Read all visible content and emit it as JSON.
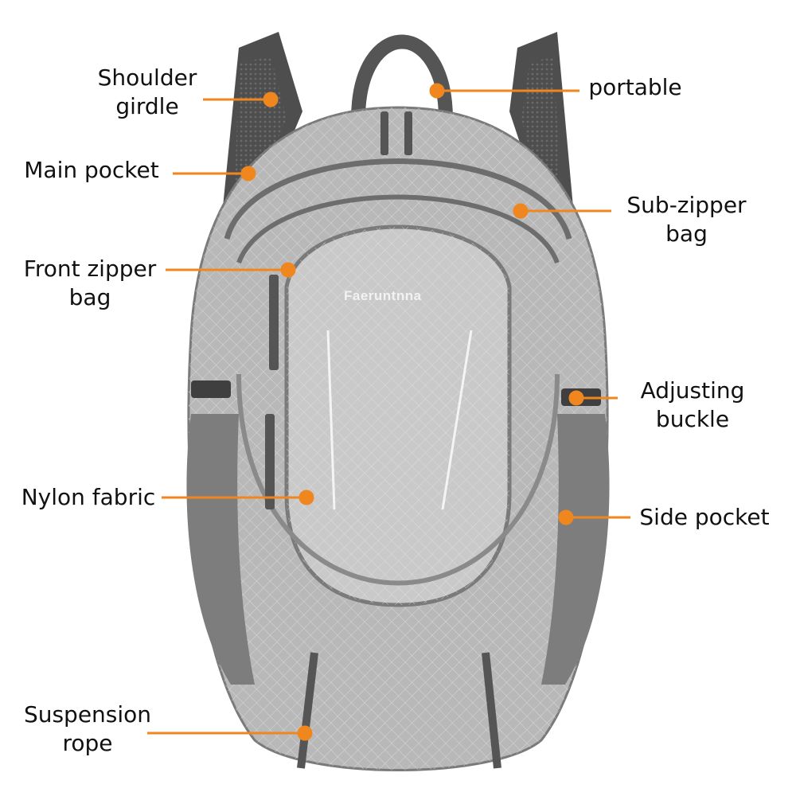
{
  "product": {
    "brand_text": "Faeruntnna",
    "accent_color": "#f0861e",
    "fabric_color": "#bdbdbd",
    "trim_color": "#5a5a5a"
  },
  "callouts": [
    {
      "id": "shoulder-girdle",
      "line1": "Shoulder",
      "line2": "girdle"
    },
    {
      "id": "main-pocket",
      "line1": "Main pocket",
      "line2": ""
    },
    {
      "id": "front-zipper-bag",
      "line1": "Front zipper",
      "line2": "bag"
    },
    {
      "id": "nylon-fabric",
      "line1": "Nylon fabric",
      "line2": ""
    },
    {
      "id": "suspension-rope",
      "line1": "Suspension",
      "line2": "rope"
    },
    {
      "id": "portable",
      "line1": "portable",
      "line2": ""
    },
    {
      "id": "sub-zipper-bag",
      "line1": "Sub-zipper",
      "line2": "bag"
    },
    {
      "id": "adjusting-buckle",
      "line1": "Adjusting",
      "line2": "buckle"
    },
    {
      "id": "side-pocket",
      "line1": "Side pocket",
      "line2": ""
    }
  ]
}
